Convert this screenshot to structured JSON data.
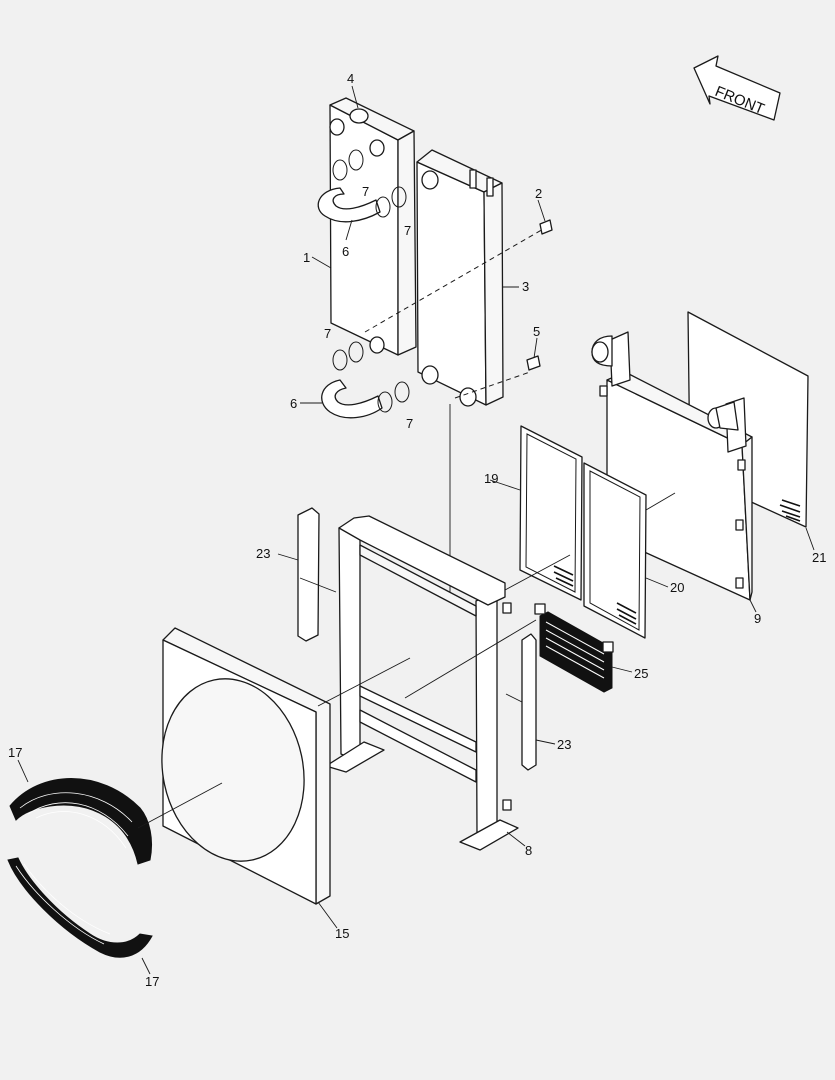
{
  "front_label": "FRONT",
  "callouts": {
    "c1": "1",
    "c2": "2",
    "c3": "3",
    "c4": "4",
    "c5": "5",
    "c6a": "6",
    "c6b": "6",
    "c7a": "7",
    "c7b": "7",
    "c7c": "7",
    "c7d": "7",
    "c8": "8",
    "c9": "9",
    "c15": "15",
    "c17a": "17",
    "c17b": "17",
    "c19": "19",
    "c20": "20",
    "c21": "21",
    "c23a": "23",
    "c23b": "23",
    "c25": "25"
  },
  "colors": {
    "background": "#f1f1f1",
    "line": "#1a1a1a",
    "fill": "#ffffff"
  }
}
